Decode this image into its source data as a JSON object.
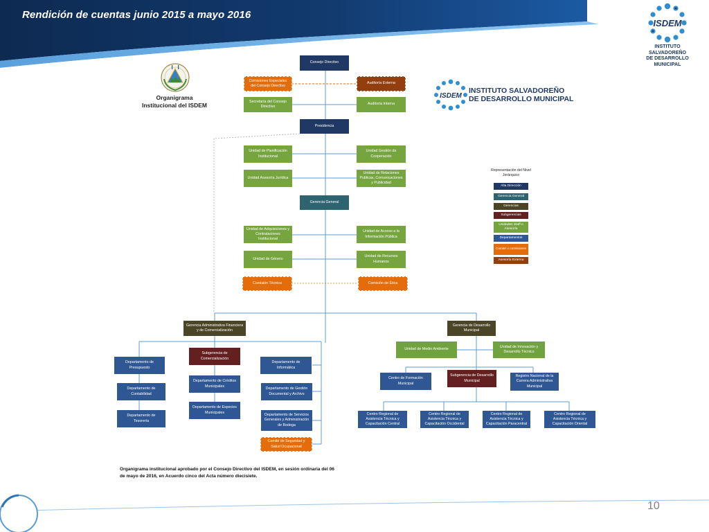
{
  "header": {
    "title": "Rendición de cuentas junio 2015 a mayo 2016"
  },
  "logo_small": {
    "brand": "ISDEM",
    "line1": "INSTITUTO SALVADOREÑO",
    "line2": "DE DESARROLLO MUNICIPAL"
  },
  "logo_big": {
    "brand": "ISDEM",
    "line1": "INSTITUTO SALVADOREÑO",
    "line2": "DE DESARROLLO MUNICIPAL"
  },
  "seal": {
    "label": "Escudo de El Salvador"
  },
  "org_title": {
    "line1": "Organigrama",
    "line2": "Institucional del ISDEM"
  },
  "colors": {
    "navy": "#1f3864",
    "green": "#76a540",
    "teal": "#2e6470",
    "olive": "#4b4528",
    "maroon": "#642021",
    "blue": "#2f5794",
    "orange": "#e46c0a",
    "brown": "#923e0e"
  },
  "nodes": {
    "consejo": "Consejo Directivo",
    "comisiones": "Comisiones Especiales del Consejo Directivo",
    "auditoria_externa": "Auditoría Externa",
    "secretaria": "Secretaría del Consejo Directivo",
    "auditoria_interna": "Auditoría Interna",
    "presidencia": "Presidencia",
    "planificacion": "Unidad de Planificación Institucional",
    "gestion_cooperacion": "Unidad Gestión de Cooperación",
    "asesoria_juridica": "Unidad Asesoría Jurídica",
    "relaciones_publicas": "Unidad de Relaciones Publicas, Comunicaciones y Publicidad",
    "gerencia_general": "Gerencia General",
    "adquisiciones": "Unidad de Adquisiciones y Contrataciones Institucional",
    "acceso_info": "Unidad de Acceso a la Información Pública",
    "genero": "Unidad de Género",
    "recursos_humanos": "Unidad de Recursos Humanos",
    "comision_tecnica": "Comisión Técnica",
    "comision_etica": "Comisión de Ética",
    "gerencia_admin": "Gerencia Administrativa Financiera y de Comercialización",
    "gerencia_desarrollo": "Gerencia de Desarrollo Municipal",
    "dep_presupuesto": "Departamento de Presupuesto",
    "sub_comercializacion": "Subgerencia de Comercialización",
    "dep_informatica": "Departamento de Informática",
    "dep_contabilidad": "Departamento de Contabilidad",
    "dep_creditos": "Departamento de Créditos Municipales",
    "dep_gestion_doc": "Departamento de Gestión Documental y Archivo",
    "dep_tesoreria": "Departamento de Tesorería",
    "dep_especies": "Departamento de Especies Municipales",
    "dep_servicios": "Departamento de Servicios Generales y Administración de Bodega",
    "comite_seguridad": "Comité de Seguridad y Salud Ocupacional",
    "medio_ambiente": "Unidad de Medio Ambiente",
    "innovacion": "Unidad de Innovación y Desarrollo Técnico",
    "centro_formacion": "Centro de Formación Municipal",
    "sub_desarrollo": "Subgerencia de Desarrollo Municipal",
    "registro_nacional": "Registro Nacional de la Carrera Administrativa Municipal",
    "cr_central": "Centro Regional de Asistencia Técnica y Capacitación Central",
    "cr_occidental": "Centro Regional de Asistencia Técnica y Capacitación Occidental",
    "cr_paracentral": "Centro Regional de Asistencia Técnica y Capacitación Paracentral",
    "cr_oriental": "Centro Regional de Asistencia Técnica y Capacitación Oriental"
  },
  "legend": {
    "title": "Representación del Nivel Jerárquico",
    "items": [
      {
        "label": "Alta Dirección",
        "color": "#1f3864"
      },
      {
        "label": "Gerencia General",
        "color": "#2e6470"
      },
      {
        "label": "Gerencias",
        "color": "#4b4528"
      },
      {
        "label": "Subgerencias",
        "color": "#642021"
      },
      {
        "label": "Unidades Staff o Asesoría",
        "color": "#76a540"
      },
      {
        "label": "Departamentos",
        "color": "#2f5794"
      },
      {
        "label": "Comité o comisiones",
        "color": "#e46c0a"
      },
      {
        "label": "Asesoría Externa",
        "color": "#923e0e"
      }
    ]
  },
  "caption": "Organigrama institucional aprobado por el Consejo Directivo del ISDEM, en sesión ordinaria del 06 de mayo de 2016, en Acuerdo cinco del Acta número diecisiete.",
  "page_number": "10"
}
